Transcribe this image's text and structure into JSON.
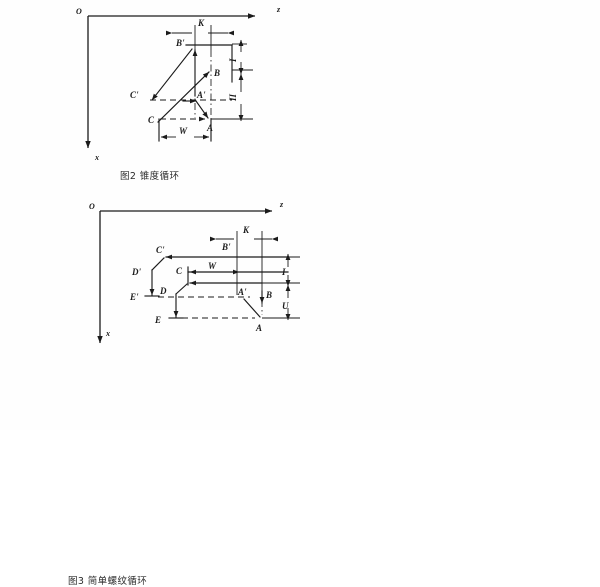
{
  "document": {
    "page_background": "#fefefe",
    "ink_color": "#1b1b1b"
  },
  "figures": [
    {
      "id": "figure-2",
      "caption": "图2  锥度循环",
      "caption_number": "图2",
      "caption_title": "锥度循环",
      "axes": {
        "origin_label": "O",
        "horizontal_axis_label": "z",
        "vertical_axis_label": "x"
      },
      "point_labels": [
        "B'",
        "C'",
        "A'",
        "C",
        "B",
        "A"
      ],
      "dimension_labels": [
        "K",
        "I",
        "II",
        "W"
      ]
    },
    {
      "id": "figure-3",
      "caption": "图3  简单螺纹循环",
      "caption_number": "图3",
      "caption_title": "简单螺纹循环",
      "axes": {
        "origin_label": "O",
        "horizontal_axis_label": "z",
        "vertical_axis_label": "x"
      },
      "point_labels": [
        "C'",
        "D'",
        "E'",
        "C",
        "D",
        "E",
        "B'",
        "A'",
        "B",
        "A"
      ],
      "dimension_labels": [
        "K",
        "W",
        "I",
        "U"
      ]
    }
  ],
  "labels": {
    "fig2": {
      "O": "O",
      "z": "z",
      "x": "x",
      "K": "K",
      "Bp": "B'",
      "Cp": "C'",
      "Ap": "A'",
      "C": "C",
      "B": "B",
      "A": "A",
      "I": "I",
      "II": "II",
      "W": "W"
    },
    "fig3": {
      "O": "O",
      "z": "z",
      "x": "x",
      "K": "K",
      "W": "W",
      "I": "I",
      "U": "U",
      "Cp": "C'",
      "Dp": "D'",
      "Ep": "E'",
      "Bp": "B'",
      "Ap": "A'",
      "C": "C",
      "D": "D",
      "E": "E",
      "B": "B",
      "A": "A"
    }
  }
}
